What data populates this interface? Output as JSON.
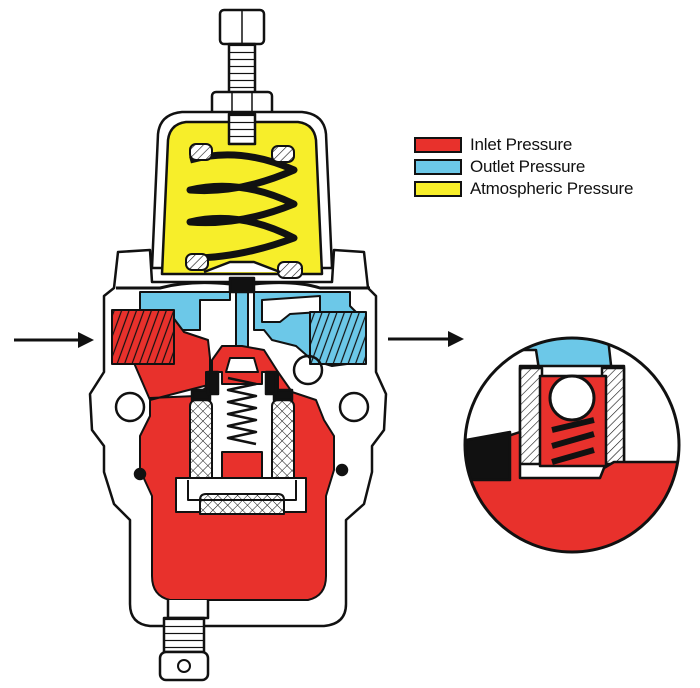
{
  "figure": {
    "legend": [
      {
        "label": "Inlet Pressure",
        "color": "#e8312c"
      },
      {
        "label": "Outlet Pressure",
        "color": "#6cc8e8"
      },
      {
        "label": "Atmospheric Pressure",
        "color": "#f7ee2a"
      }
    ],
    "colors": {
      "inlet": "#e8312c",
      "outlet": "#6cc8e8",
      "atmospheric": "#f7ee2a",
      "body": "#ffffff",
      "outline": "#111111",
      "gray": "#d9d9d9"
    },
    "icons": [
      "flow-in-arrow-icon",
      "flow-out-arrow-icon",
      "magnifier-circle-icon"
    ]
  }
}
